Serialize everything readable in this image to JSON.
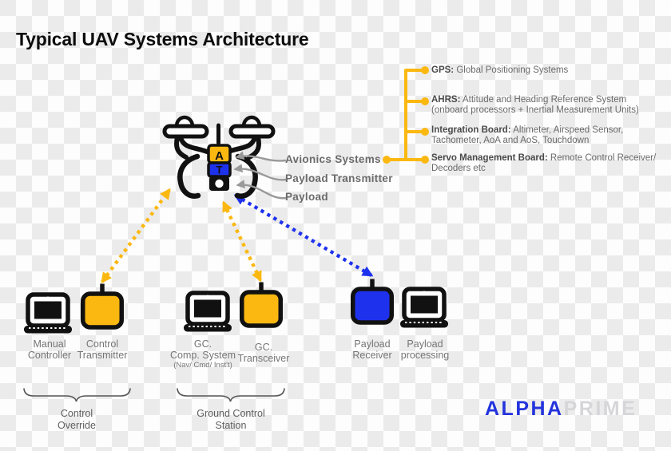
{
  "title": "Typical UAV Systems Architecture",
  "colors": {
    "accent_yellow": "#FBB811",
    "accent_blue": "#1E32EE",
    "logo_blue": "#2433DC",
    "logo_gray": "#D6D6D9",
    "leader_gray": "#999999",
    "label_gray": "#757575",
    "outline_black": "#111111"
  },
  "drone": {
    "avionics_marker": "A",
    "transmitter_marker": "T"
  },
  "callouts": {
    "avionics": "Avionics Systems",
    "payload_transmitter": "Payload Transmitter",
    "payload": "Payload"
  },
  "subsystems": [
    {
      "term": "GPS:",
      "desc": " Global Positioning Systems"
    },
    {
      "term": "AHRS:",
      "desc": " Attitude and Heading Reference System (onboard processors + Inertial Measurement Units)"
    },
    {
      "term": "Integration Board:",
      "desc": " Altimeter, Airspeed Sensor, Tachometer, AoA and AoS, Touchdown"
    },
    {
      "term": "Servo Management Board:",
      "desc": " Remote Control Receiver/ Decoders etc"
    }
  ],
  "ground_devices": [
    {
      "id": "manual-controller",
      "line1": "Manual",
      "line2": "Controller"
    },
    {
      "id": "control-transmitter",
      "line1": "Control",
      "line2": "Transmitter"
    },
    {
      "id": "gc-comp-system",
      "line1": "GC.",
      "line2": "Comp. System",
      "sub": "(Nav/ Cmd/ Inst't)"
    },
    {
      "id": "gc-transceiver",
      "line1": "GC.",
      "line2": "Transceiver"
    },
    {
      "id": "payload-receiver",
      "line1": "Payload",
      "line2": "Receiver"
    },
    {
      "id": "payload-processing",
      "line1": "Payload",
      "line2": "processing"
    }
  ],
  "groups": [
    {
      "id": "control-override",
      "line1": "Control",
      "line2": "Override"
    },
    {
      "id": "ground-control-station",
      "line1": "Ground Control",
      "line2": "Station"
    }
  ],
  "logo": {
    "part1": "ALPHA",
    "part2": "PRIME"
  }
}
